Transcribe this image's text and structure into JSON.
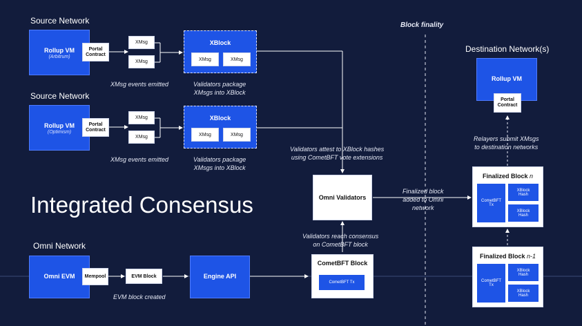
{
  "source1": {
    "title": "Source Network",
    "vm": "Rollup VM",
    "vm_sub": "(Arbitrum)",
    "portal": "Portal\nContract",
    "xmsg1": "XMsg",
    "xmsg2": "XMsg",
    "xblock": "XBlock",
    "xb_msg1": "XMsg",
    "xb_msg2": "XMsg",
    "cap1": "XMsg events emitted",
    "cap2": "Validators package\nXMsgs into XBlock"
  },
  "source2": {
    "title": "Source Network",
    "vm": "Rollup VM",
    "vm_sub": "(Optimism)",
    "portal": "Portal\nContract",
    "xmsg1": "XMsg",
    "xmsg2": "XMsg",
    "xblock": "XBlock",
    "xb_msg1": "XMsg",
    "xb_msg2": "XMsg",
    "cap1": "XMsg events emitted",
    "cap2": "Validators package\nXMsgs into XBlock"
  },
  "finality": "Block finality",
  "dest": {
    "title": "Destination Network(s)",
    "vm": "Rollup VM",
    "portal": "Portal\nContract",
    "cap": "Relayers submit XMsgs\nto destination networks"
  },
  "attest_cap": "Validators attest to XBlock hashes\nusing CometBFT vote extensions",
  "validators": "Omni Validators",
  "finalized_cap": "Finalized block\nadded to Omni\nnetwork",
  "consensus_cap": "Validators reach consensus\non CometBFT block",
  "heading": "Integrated Consensus",
  "omni": {
    "title": "Omni Network",
    "evm": "Omni EVM",
    "mempool": "Mempool",
    "evm_block": "EVM Block",
    "engine": "Engine API",
    "cap": "EVM block created",
    "comet": "CometBFT Block",
    "comet_tx": "CometBFT Tx"
  },
  "fin_n": {
    "title": "Finalized Block",
    "suffix": "n",
    "tx": "CometBFT\nTx",
    "hash1": "XBlock\nHash",
    "hash2": "XBlock\nHash"
  },
  "fin_n1": {
    "title": "Finalized Block",
    "suffix": "n-1",
    "tx": "CometBFT\nTx",
    "hash1": "XBlock\nHash",
    "hash2": "XBlock\nHash"
  }
}
